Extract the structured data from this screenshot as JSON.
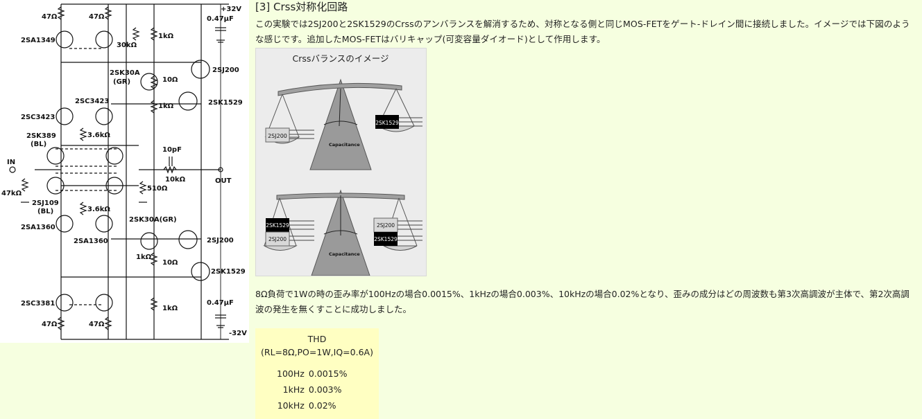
{
  "schematic": {
    "labels": {
      "r47a": "47Ω",
      "r47b": "47Ω",
      "v_pos": "+32V",
      "cap_top": "0.47μF",
      "q_2sa1349": "2SA1349",
      "r30k": "30kΩ",
      "r1k_top": "1kΩ",
      "q_2sk30a": "2SK30A",
      "gr1": "(GR)",
      "r10_top": "10Ω",
      "q_2sj200_top": "2SJ200",
      "q_2sk1529_top": "2SK1529",
      "r1k_mid": "1kΩ",
      "q_2sc3423_a": "2SC3423",
      "q_2sc3423_b": "2SC3423",
      "r36a": "3.6kΩ",
      "q_2sk389": "2SK389",
      "bl1": "(BL)",
      "c10p": "10pF",
      "in_label": "IN",
      "r10k": "10kΩ",
      "out_label": "OUT",
      "r47k": "47kΩ",
      "r510": "510Ω",
      "q_2sj109": "2SJ109",
      "bl2": "(BL)",
      "r36b": "3.6kΩ",
      "q_2sa1360_a": "2SA1360",
      "q_2sa1360_b": "2SA1360",
      "q_2sk30a_gr": "2SK30A(GR)",
      "q_2sj200_bot": "2SJ200",
      "r1k_low": "1kΩ",
      "r10_bot": "10Ω",
      "q_2sk1529_bot": "2SK1529",
      "q_2sc3381": "2SC3381",
      "r1k_bot": "1kΩ",
      "cap_bot": "0.47μF",
      "r47c": "47Ω",
      "r47d": "47Ω",
      "v_neg": "-32V"
    }
  },
  "heading": "[3] Crss対称化回路",
  "para1": "この実験では2SJ200と2SK1529のCrssのアンバランスを解消するため、対称となる側と同じMOS-FETをゲート-ドレイン間に接続しました。イメージでは下図のような感じです。追加したMOS-FETはバリキャップ(可変容量ダイオード)として作用します。",
  "balance": {
    "title": "Crssバランスのイメージ",
    "top": {
      "left_chip": "2SJ200",
      "right_chip": "2SK1529",
      "pointer": "Capacitance"
    },
    "bottom": {
      "left_chip_a": "2SK1529",
      "left_chip_b": "2SJ200",
      "right_chip_a": "2SJ200",
      "right_chip_b": "2SK1529",
      "pointer": "Capacitance"
    }
  },
  "para2": "8Ω負荷で1Wの時の歪み率が100Hzの場合0.0015%、1kHzの場合0.003%、10kHzの場合0.02%となり、歪みの成分はどの周波数も第3次高調波が主体で、第2次高調波の発生を無くすことに成功しました。",
  "thd": {
    "title": "THD",
    "condition": "(RL=8Ω,PO=1W,IQ=0.6A)",
    "rows": [
      {
        "freq": "100Hz",
        "value": "0.0015%"
      },
      {
        "freq": "1kHz",
        "value": "0.003%"
      },
      {
        "freq": "10kHz",
        "value": "0.02%"
      }
    ]
  }
}
